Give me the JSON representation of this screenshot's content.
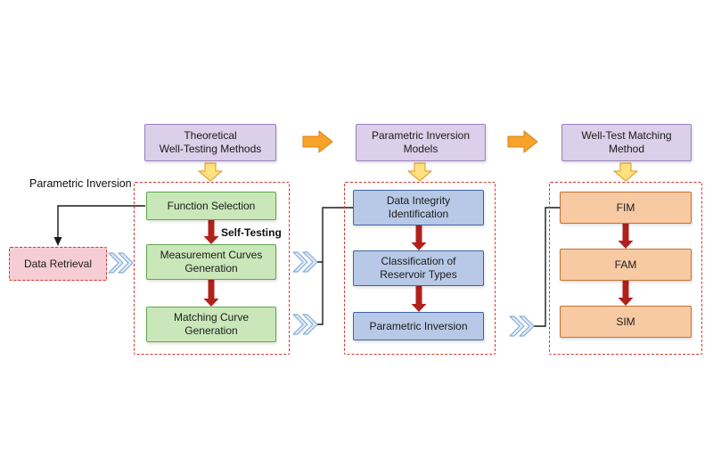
{
  "labels": {
    "parametric_inversion": "Parametric Inversion",
    "self_testing": "Self-Testing"
  },
  "header_row": [
    "Theoretical\nWell-Testing Methods",
    "Parametric Inversion\nModels",
    "Well-Test Matching\nMethod"
  ],
  "data_retrieval": "Data Retrieval",
  "stages": [
    {
      "boxes": [
        "Function Selection",
        "Measurement Curves\nGeneration",
        "Matching Curve\nGeneration"
      ]
    },
    {
      "boxes": [
        "Data Integrity\nIdentification",
        "Classification of\nReservoir Types",
        "Parametric Inversion"
      ]
    },
    {
      "boxes": [
        "FIM",
        "FAM",
        "SIM"
      ]
    }
  ],
  "colors": {
    "purple_fill": "#dccfe9",
    "purple_border": "#9a7fbf",
    "green_fill": "#c9e7b8",
    "green_border": "#63a84e",
    "blue_fill": "#b7c9e6",
    "blue_border": "#3f63a5",
    "orange_fill": "#f8caa4",
    "orange_border": "#c96f2f",
    "pink_fill": "#f6cdd5",
    "dash_red": "#d9342b",
    "arrow_red": "#b2201c",
    "arrow_yellow_fill": "#ffe27d",
    "arrow_yellow_border": "#e8a33b",
    "arrow_orange_fill": "#f7a329",
    "arrow_orange_border": "#d9821d",
    "chevron_fill": "#dce9f7",
    "chevron_border": "#85add6",
    "line_black": "#1a1a1a"
  }
}
